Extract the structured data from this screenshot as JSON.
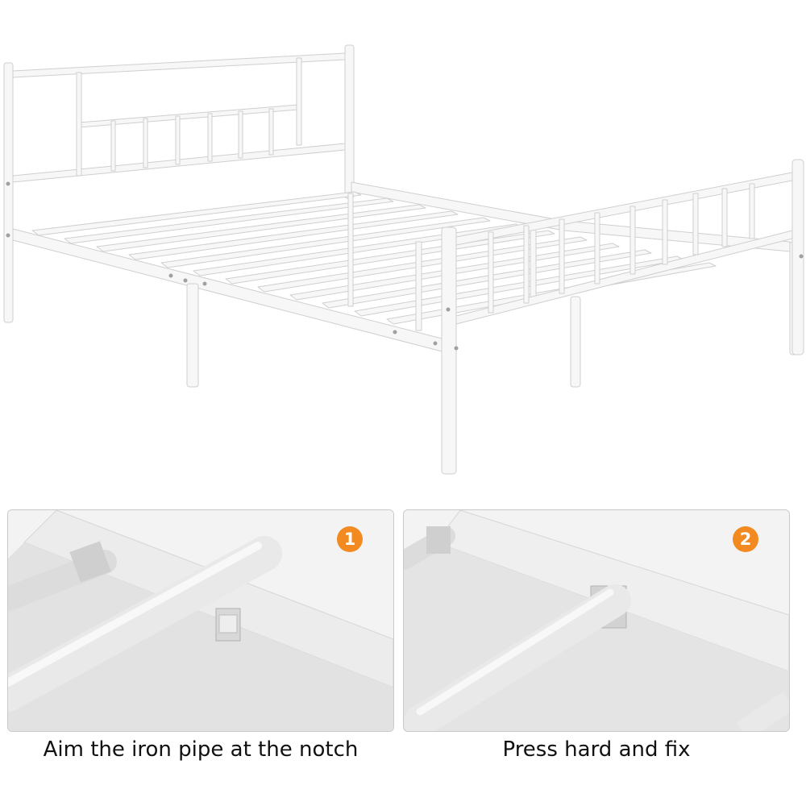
{
  "steps": [
    {
      "number": "1",
      "caption": "Aim the iron pipe at the notch"
    },
    {
      "number": "2",
      "caption": "Press hard and fix"
    }
  ],
  "colors": {
    "badge": "#f28a21",
    "frame": "#f4f4f4",
    "frame_shadow": "#c8c8c8",
    "caption": "#111111"
  }
}
